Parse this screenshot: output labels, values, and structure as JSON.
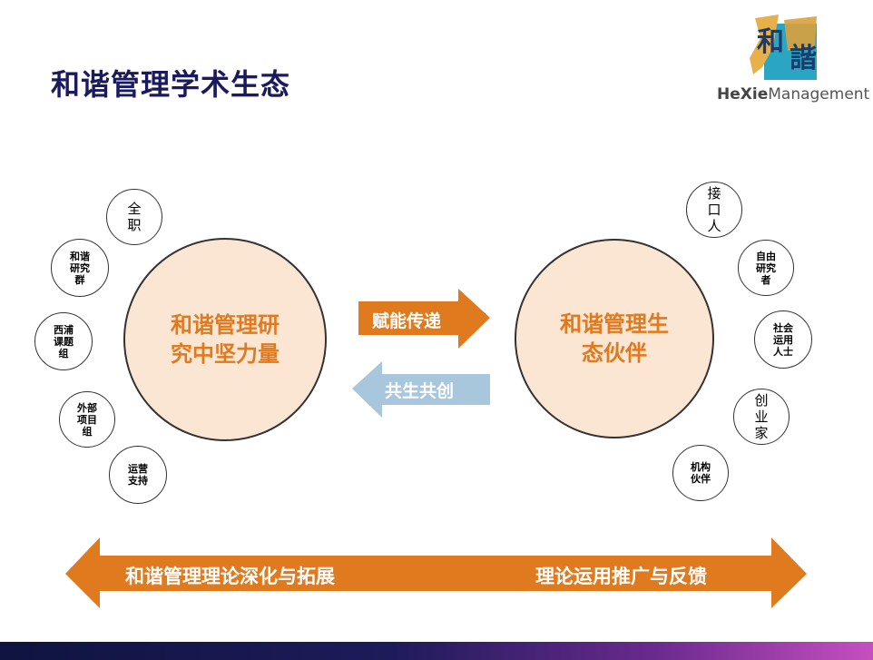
{
  "title": "和谐管理学术生态",
  "logo": {
    "brand_bold": "HeXie",
    "brand_rest": "Management",
    "mark_chars": "和諧"
  },
  "left_core": {
    "label_line1": "和谐管理研",
    "label_line2": "究中坚力量"
  },
  "right_core": {
    "label_line1": "和谐管理生",
    "label_line2": "态伙伴"
  },
  "left_satellites": [
    {
      "text": "全\n职"
    },
    {
      "text": "和谐\n研究\n群"
    },
    {
      "text": "西浦\n课题\n组"
    },
    {
      "text": "外部\n项目\n组"
    },
    {
      "text": "运营\n支持"
    }
  ],
  "right_satellites": [
    {
      "text": "接\n口\n人"
    },
    {
      "text": "自由\n研究\n者"
    },
    {
      "text": "社会\n运用\n人士"
    },
    {
      "text": "创\n业\n家"
    },
    {
      "text": "机构\n伙伴"
    }
  ],
  "middle_arrows": {
    "forward": "赋能传递",
    "backward": "共生共创"
  },
  "bottom_arrow": {
    "left": "和谐管理理论深化与拓展",
    "right": "理论运用推广与反馈"
  },
  "colors": {
    "accent_orange": "#e07a1f",
    "light_blue": "#a9c7dc",
    "core_fill": "#fbe5d3",
    "title_navy": "#1a1a5e"
  }
}
